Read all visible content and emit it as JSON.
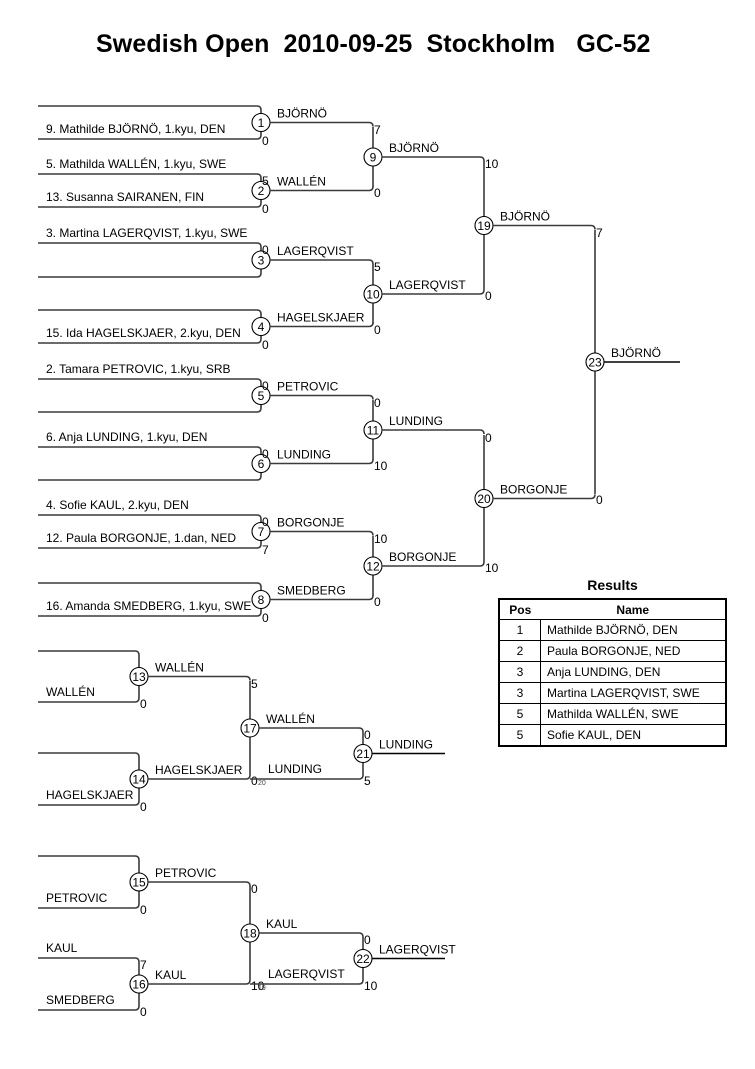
{
  "title": "Swedish Open  2010-09-25  Stockholm   GC-52",
  "main_bracket": {
    "entrants": [
      {
        "slot": "1a",
        "label": ""
      },
      {
        "slot": "1b",
        "label": "9. Mathilde BJÖRNÖ, 1.kyu, DEN"
      },
      {
        "slot": "2a",
        "label": "5. Mathilda WALLÉN, 1.kyu, SWE"
      },
      {
        "slot": "2b",
        "label": "13. Susanna SAIRANEN, FIN"
      },
      {
        "slot": "3a",
        "label": "3. Martina LAGERQVIST, 1.kyu, SWE"
      },
      {
        "slot": "3b",
        "label": ""
      },
      {
        "slot": "4a",
        "label": ""
      },
      {
        "slot": "4b",
        "label": "15. Ida HAGELSKJAER, 2.kyu, DEN"
      },
      {
        "slot": "5a",
        "label": "2. Tamara PETROVIC, 1.kyu, SRB"
      },
      {
        "slot": "5b",
        "label": ""
      },
      {
        "slot": "6a",
        "label": "6. Anja LUNDING, 1.kyu, DEN"
      },
      {
        "slot": "6b",
        "label": ""
      },
      {
        "slot": "7a",
        "label": "4. Sofie KAUL, 2.kyu, DEN"
      },
      {
        "slot": "7b",
        "label": "12. Paula BORGONJE, 1.dan, NED"
      },
      {
        "slot": "8a",
        "label": ""
      },
      {
        "slot": "8b",
        "label": "16. Amanda SMEDBERG, 1.kyu, SWE"
      }
    ],
    "matches": [
      {
        "id": "1",
        "winner": "BJÖRNÖ",
        "score_top": "",
        "score_bottom": "0"
      },
      {
        "id": "2",
        "winner": "WALLÉN",
        "score_top": "5",
        "score_bottom": "0"
      },
      {
        "id": "3",
        "winner": "LAGERQVIST",
        "score_top": "0",
        "score_bottom": ""
      },
      {
        "id": "4",
        "winner": "HAGELSKJAER",
        "score_top": "",
        "score_bottom": "0"
      },
      {
        "id": "5",
        "winner": "PETROVIC",
        "score_top": "0",
        "score_bottom": ""
      },
      {
        "id": "6",
        "winner": "LUNDING",
        "score_top": "0",
        "score_bottom": ""
      },
      {
        "id": "7",
        "winner": "BORGONJE",
        "score_top": "0",
        "score_bottom": "7"
      },
      {
        "id": "8",
        "winner": "SMEDBERG",
        "score_top": "",
        "score_bottom": "0"
      },
      {
        "id": "9",
        "winner": "BJÖRNÖ",
        "score_top": "7",
        "score_bottom": "0"
      },
      {
        "id": "10",
        "winner": "LAGERQVIST",
        "score_top": "5",
        "score_bottom": "0"
      },
      {
        "id": "11",
        "winner": "LUNDING",
        "score_top": "0",
        "score_bottom": "10"
      },
      {
        "id": "12",
        "winner": "BORGONJE",
        "score_top": "10",
        "score_bottom": "0"
      },
      {
        "id": "19",
        "winner": "BJÖRNÖ",
        "score_top": "10",
        "score_bottom": "0"
      },
      {
        "id": "20",
        "winner": "BORGONJE",
        "score_top": "0",
        "score_bottom": "10"
      },
      {
        "id": "23",
        "winner": "BJÖRNÖ",
        "score_top": "7",
        "score_bottom": "0"
      }
    ]
  },
  "repechage": {
    "entrants": [
      {
        "slot": "13a",
        "label": ""
      },
      {
        "slot": "13b",
        "label": "WALLÉN"
      },
      {
        "slot": "14a",
        "label": ""
      },
      {
        "slot": "14b",
        "label": "HAGELSKJAER"
      },
      {
        "slot": "15a",
        "label": ""
      },
      {
        "slot": "15b",
        "label": "PETROVIC"
      },
      {
        "slot": "16a",
        "label": "KAUL"
      },
      {
        "slot": "16b",
        "label": "SMEDBERG"
      }
    ],
    "matches": [
      {
        "id": "13",
        "winner": "WALLÉN",
        "score_top": "",
        "score_bottom": "0"
      },
      {
        "id": "14",
        "winner": "HAGELSKJAER",
        "score_top": "",
        "score_bottom": "0"
      },
      {
        "id": "17",
        "winner": "WALLÉN",
        "score_top": "5",
        "score_bottom": "0"
      },
      {
        "id": "21",
        "winner": "LUNDING",
        "score_top": "0",
        "score_bottom": "5",
        "entrant_bottom": "LUNDING",
        "from_match": "20"
      },
      {
        "id": "15",
        "winner": "PETROVIC",
        "score_top": "",
        "score_bottom": "0"
      },
      {
        "id": "16",
        "winner": "KAUL",
        "score_top": "7",
        "score_bottom": "0"
      },
      {
        "id": "18",
        "winner": "KAUL",
        "score_top": "0",
        "score_bottom": "10"
      },
      {
        "id": "22",
        "winner": "LAGERQVIST",
        "score_top": "0",
        "score_bottom": "10",
        "entrant_bottom": "LAGERQVIST",
        "from_match": "19"
      }
    ]
  },
  "results": {
    "title": "Results",
    "headers": [
      "Pos",
      "Name"
    ],
    "rows": [
      {
        "pos": "1",
        "name": "Mathilde BJÖRNÖ, DEN"
      },
      {
        "pos": "2",
        "name": "Paula BORGONJE, NED"
      },
      {
        "pos": "3",
        "name": "Anja LUNDING, DEN"
      },
      {
        "pos": "3",
        "name": "Martina LAGERQVIST, SWE"
      },
      {
        "pos": "5",
        "name": "Mathilda WALLÉN, SWE"
      },
      {
        "pos": "5",
        "name": "Sofie KAUL, DEN"
      }
    ]
  }
}
